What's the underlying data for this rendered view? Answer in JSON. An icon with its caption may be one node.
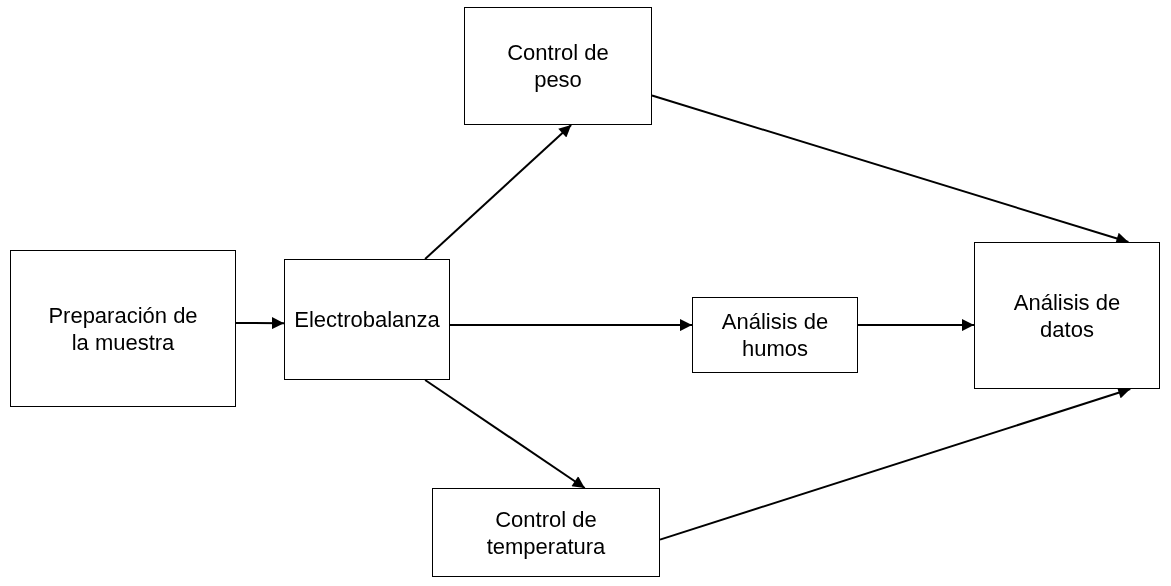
{
  "diagram": {
    "nodes": [
      {
        "text": [
          "Preparación de la muestra"
        ]
      },
      {
        "text": [
          "Electrobalanza"
        ]
      },
      {
        "text": [
          "Control de peso"
        ]
      },
      {
        "text": [
          "Análisis de humos"
        ]
      },
      {
        "text": [
          "Análisis de datos"
        ]
      },
      {
        "text": [
          "Control de temperatura"
        ]
      }
    ],
    "edges": [
      {
        "from": 0,
        "to": 1,
        "arrow": "to"
      },
      {
        "from": 1,
        "to": 2,
        "arrow": "to"
      },
      {
        "from": 1,
        "to": 3,
        "arrow": "to"
      },
      {
        "from": 3,
        "to": 4,
        "arrow": "to"
      },
      {
        "from": 2,
        "to": 4,
        "arrow": "to"
      },
      {
        "from": 1,
        "to": 5,
        "arrow": "to"
      },
      {
        "from": 5,
        "to": 4,
        "arrow": "to"
      }
    ]
  }
}
